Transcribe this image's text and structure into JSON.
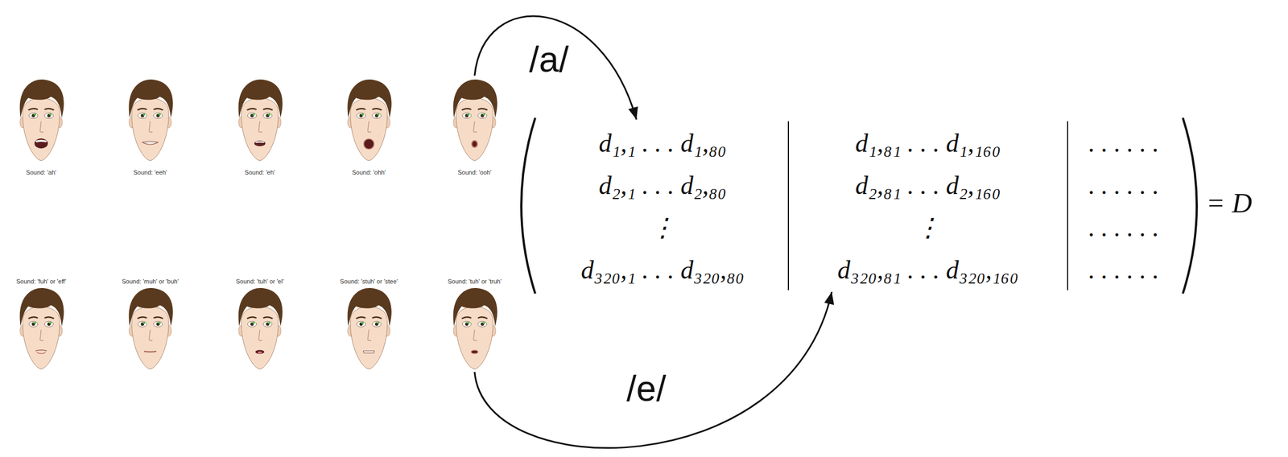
{
  "diagram": {
    "nodes": [
      {
        "text": [
          "Sound: 'ah'"
        ]
      },
      {
        "text": [
          "Sound: 'eeh'"
        ]
      },
      {
        "text": [
          "Sound: 'eh'"
        ]
      },
      {
        "text": [
          "Sound: 'ohh'"
        ]
      },
      {
        "text": [
          "Sound: 'ooh'"
        ]
      },
      {
        "text": [
          "Sound: 'fuh' or 'eff'"
        ]
      },
      {
        "text": [
          "Sound: 'muh' or 'buh'"
        ]
      },
      {
        "text": [
          "Sound: 'tuh' or 'el'"
        ]
      },
      {
        "text": [
          "Sound: 'stuh' or 'stee'"
        ]
      },
      {
        "text": [
          "Sound: 'tuh' or 'truh'"
        ]
      },
      {
        "text": [
          "d₁,₁ . . . d₁,₈₀",
          "d₂,₁ . . . d₂,₈₀",
          "⋮",
          "d₃₂₀,₁ . . . d₃₂₀,₈₀"
        ]
      },
      {
        "text": [
          "d₁,₈₁ . . . d₁,₁₆₀",
          "d₂,₈₁ . . . d₂,₁₆₀",
          "⋮",
          "d₃₂₀,₈₁ . . . d₃₂₀,₁₆₀"
        ]
      },
      {
        "text": [
          ". . . . . .",
          ". . . . . .",
          ". . . . . .",
          ". . . . . ."
        ]
      }
    ],
    "edges": [
      {
        "from": 4,
        "to": 10,
        "label": "/a/",
        "arrow": "to"
      },
      {
        "from": 9,
        "to": 11,
        "label": "/e/",
        "arrow": "to"
      }
    ],
    "labels": [
      "= D"
    ]
  }
}
